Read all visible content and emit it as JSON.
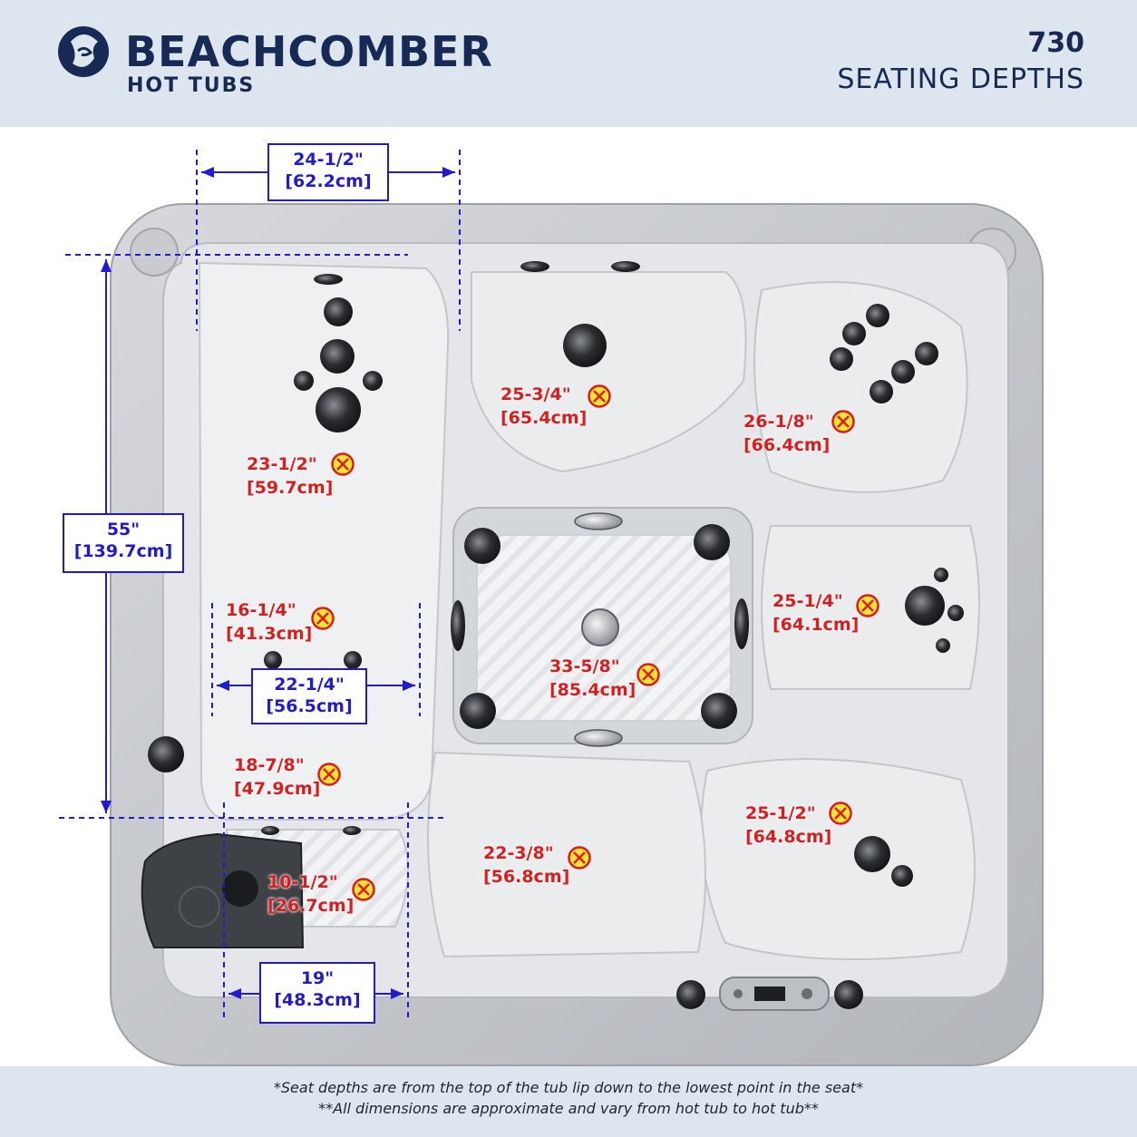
{
  "header": {
    "brand_name": "BEACHCOMBER",
    "brand_sub": "HOT TUBS",
    "model": "730",
    "subtitle": "SEATING DEPTHS"
  },
  "colors": {
    "header_bg": "#dde5ef",
    "brand": "#172a55",
    "dimension": "#2219d6",
    "depth_label": "#e01a1a",
    "marker_fill": "#f6e631",
    "marker_stroke": "#e01a1a"
  },
  "dimensions": {
    "top_width": {
      "imperial": "24-1/2\"",
      "metric": "[62.2cm]"
    },
    "left_height": {
      "imperial": "55\"",
      "metric": "[139.7cm]"
    },
    "middle_width": {
      "imperial": "22-1/4\"",
      "metric": "[56.5cm]"
    },
    "bottom_width": {
      "imperial": "19\"",
      "metric": "[48.3cm]"
    }
  },
  "seats": [
    {
      "imperial": "25-3/4\"",
      "metric": "[65.4cm]"
    },
    {
      "imperial": "26-1/8\"",
      "metric": "[66.4cm]"
    },
    {
      "imperial": "23-1/2\"",
      "metric": "[59.7cm]"
    },
    {
      "imperial": "25-1/4\"",
      "metric": "[64.1cm]"
    },
    {
      "imperial": "16-1/4\"",
      "metric": "[41.3cm]"
    },
    {
      "imperial": "33-5/8\"",
      "metric": "[85.4cm]"
    },
    {
      "imperial": "18-7/8\"",
      "metric": "[47.9cm]"
    },
    {
      "imperial": "25-1/2\"",
      "metric": "[64.8cm]"
    },
    {
      "imperial": "22-3/8\"",
      "metric": "[56.8cm]"
    },
    {
      "imperial": "10-1/2\"",
      "metric": "[26.7cm]"
    }
  ],
  "footer": {
    "note1": "*Seat depths are from the top of the tub lip down to the lowest point in the seat*",
    "note2": "**All dimensions are approximate and vary from hot tub to hot tub**"
  }
}
